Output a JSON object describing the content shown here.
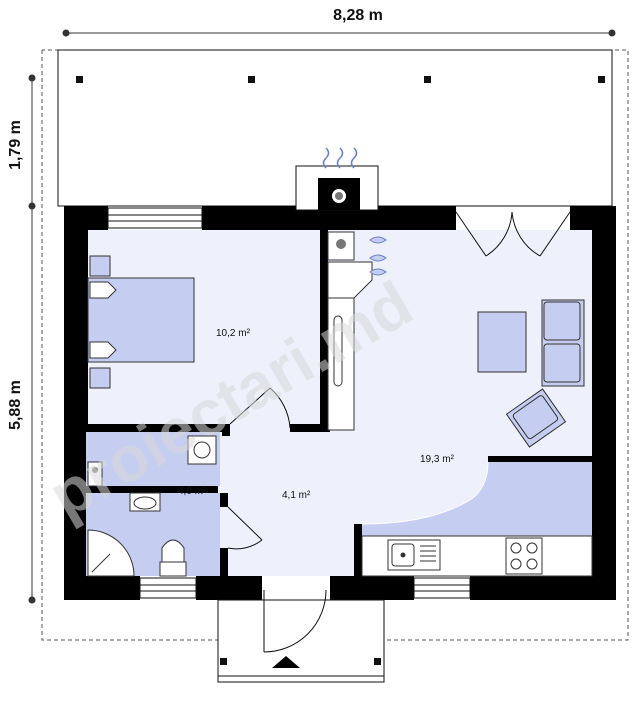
{
  "dimensions": {
    "total_width": "8,28 m",
    "porch_depth": "1,79 m",
    "house_depth": "5,88 m"
  },
  "rooms": {
    "bedroom": "10,2 m²",
    "bathroom": "4,0 m²",
    "hall": "4,1 m²",
    "living": "19,3 m²"
  },
  "watermark": "proiectari.md",
  "colors": {
    "wall": "#000000",
    "floor": "#eef0fb",
    "furniture": "#c5cdf0",
    "dimension_line": "#333333"
  }
}
